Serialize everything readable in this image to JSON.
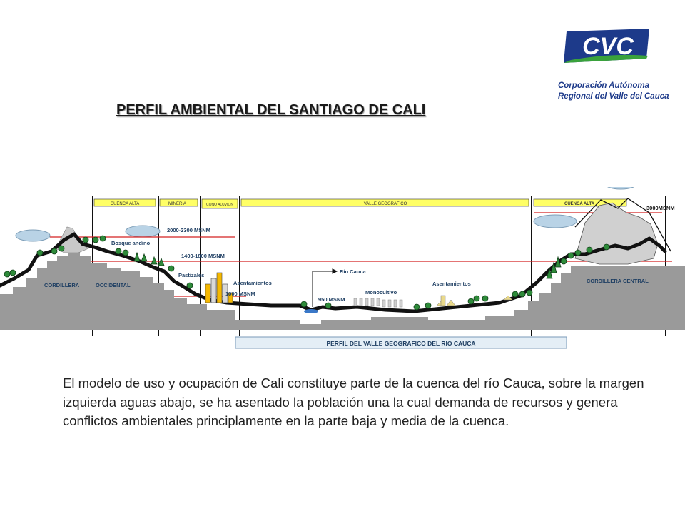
{
  "logo": {
    "letters": "CVC",
    "line1": "Corporación Autónoma",
    "line2": "Regional del Valle del Cauca",
    "colors": {
      "blue": "#1d3a8a",
      "green": "#3aa23c"
    }
  },
  "title": "PERFIL AMBIENTAL DEL SANTIAGO DE CALI",
  "diagram": {
    "zones": {
      "cuenca_alta_left": "CUENCA ALTA",
      "mineria": "MINERIA",
      "cono_aluvion": "CONO ALUVION",
      "valle_geografico": "VALLE GEOGRAFICO",
      "cuenca_alta_right": "CUENCA ALTA"
    },
    "labels": {
      "bosque_andino": "Bosque andino",
      "pastizales": "Pastizales",
      "asentamientos_left": "Asentamientos",
      "rio_cauca": "Río Cauca",
      "monocultivo": "Monocultivo",
      "asentamientos_right": "Asentamientos",
      "cordillera_word": "CORDILLERA",
      "occidental_word": "OCCIDENTAL",
      "cordillera_central": "CORDILLERA CENTRAL"
    },
    "elevations": {
      "e2000": "2000-2300 MSNM",
      "e1400": "1400-1800 MSNM",
      "e1000": "1000 MSNM",
      "e950": "950 MSNM",
      "e3000": "3000MSNM"
    },
    "footer_box": "PERFIL DEL VALLE GEOGRAFICO DEL RIO CAUCA",
    "colors": {
      "zone_fill": "#ffff66",
      "elevation_line": "#d42020",
      "tree": "#2e8b3a",
      "terrain": "#111111",
      "footer_fill": "#e4eef6"
    }
  },
  "paragraph": "El modelo de uso y ocupación de  Cali  constituye parte de la cuenca del río Cauca, sobre la margen izquierda aguas abajo, se ha asentado la población una la cual demanda de recursos y genera conflictos ambientales  principlamente en la parte baja y media de la cuenca."
}
